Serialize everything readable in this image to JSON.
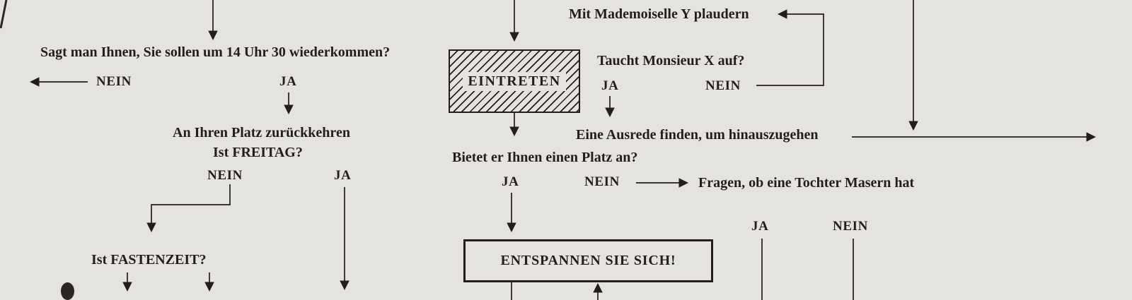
{
  "colors": {
    "paper": "#e5e3e0",
    "ink": "#221f1b"
  },
  "answers": {
    "ja": "JA",
    "nein": "NEIN"
  },
  "labels": {
    "q_return_1430": "Sagt man Ihnen, Sie sollen um 14 Uhr 30 wiederkommen?",
    "back_to_seat": "An Ihren Platz zurückkehren",
    "q_friday": "Ist FREITAG?",
    "q_lent": "Ist FASTENZEIT?",
    "enter": "EINTRETEN",
    "q_monsieur": "Taucht Monsieur X auf?",
    "chat_mademoiselle": "Mit Mademoiselle Y plaudern",
    "excuse_to_leave": "Eine Ausrede finden, um hinauszugehen",
    "q_seat_offer": "Bietet er Ihnen einen Platz an?",
    "ask_measles": "Fragen, ob eine Tochter Masern hat",
    "relax": "ENTSPANNEN SIE SICH!"
  }
}
